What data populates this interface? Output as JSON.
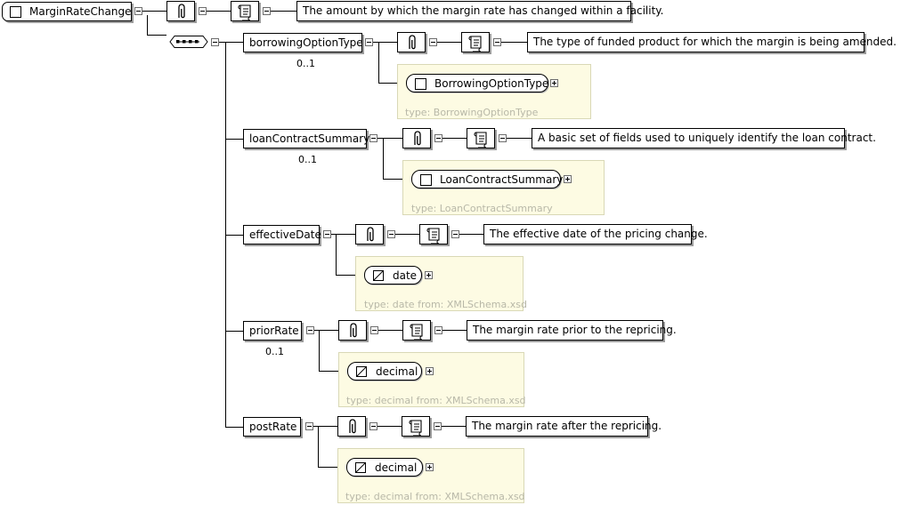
{
  "root": {
    "name": "MarginRateChange",
    "documentation": "The amount by which the margin rate has changed within a facility."
  },
  "elements": [
    {
      "name": "borrowingOptionType",
      "occurrence": "0..1",
      "documentation": "The type of funded product for which the margin is being amended.",
      "type_name": "BorrowingOptionType",
      "type_label": "type: BorrowingOptionType",
      "type_kind": "complex"
    },
    {
      "name": "loanContractSummary",
      "occurrence": "0..1",
      "documentation": "A basic set of fields used to uniquely identify the loan contract.",
      "type_name": "LoanContractSummary",
      "type_label": "type: LoanContractSummary",
      "type_kind": "complex"
    },
    {
      "name": "effectiveDate",
      "occurrence": "",
      "documentation": "The effective date of the pricing change.",
      "type_name": "date",
      "type_label": "type: date from: XMLSchema.xsd",
      "type_kind": "simple"
    },
    {
      "name": "priorRate",
      "occurrence": "0..1",
      "documentation": "The margin rate prior to the repricing.",
      "type_name": "decimal",
      "type_label": "type: decimal from: XMLSchema.xsd",
      "type_kind": "simple"
    },
    {
      "name": "postRate",
      "occurrence": "",
      "documentation": "The margin rate after the repricing.",
      "type_name": "decimal",
      "type_label": "type: decimal from: XMLSchema.xsd",
      "type_kind": "simple"
    }
  ],
  "icons": {
    "attachment": "paperclip-icon",
    "documentation": "scroll-document-icon",
    "sequence": "sequence-compositor-icon",
    "simple_type": "simple-type-icon",
    "complex_type": "complex-type-checkbox-icon"
  },
  "colors": {
    "type_card_bg": "#fdfbe3",
    "type_card_border": "#d9d8b6",
    "type_label_text": "#b8b8a8",
    "box_shadow": "#9c9c9c"
  }
}
